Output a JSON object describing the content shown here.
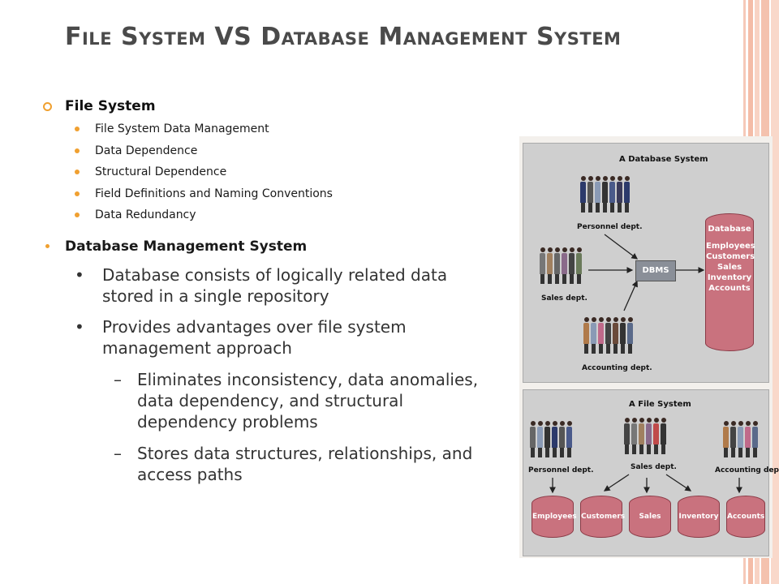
{
  "title": "File System VS Database Management System",
  "file_system": {
    "heading": "File System",
    "items": [
      "File System Data Management",
      "Data Dependence",
      "Structural Dependence",
      "Field Definitions and Naming Conventions",
      "Data Redundancy"
    ]
  },
  "dbms": {
    "heading": "Database Management System",
    "points": [
      "Database consists of logically related data stored in a single repository",
      "Provides advantages over file system management approach"
    ],
    "subpoints": [
      "Eliminates inconsistency, data anomalies, data dependency, and structural dependency problems",
      "Stores data structures, relationships, and access paths"
    ],
    "bullet": "•",
    "dash": "–"
  },
  "diagram": {
    "db_system": {
      "title": "A Database System",
      "personnel": "Personnel dept.",
      "sales": "Sales dept.",
      "accounting": "Accounting dept.",
      "dbms": "DBMS",
      "database_lines": [
        "Database",
        "Employees",
        "Customers",
        "Sales",
        "Inventory",
        "Accounts"
      ]
    },
    "file_system": {
      "title": "A File System",
      "personnel": "Personnel dept.",
      "sales": "Sales dept.",
      "accounting": "Accounting dept.",
      "files": [
        "Employees",
        "Customers",
        "Sales",
        "Inventory",
        "Accounts"
      ]
    }
  },
  "colors": {
    "accent_bullet": "#f0a030",
    "title": "#4a4a4a",
    "cylinder": "#c9727e",
    "panel": "#cfcfcf"
  }
}
